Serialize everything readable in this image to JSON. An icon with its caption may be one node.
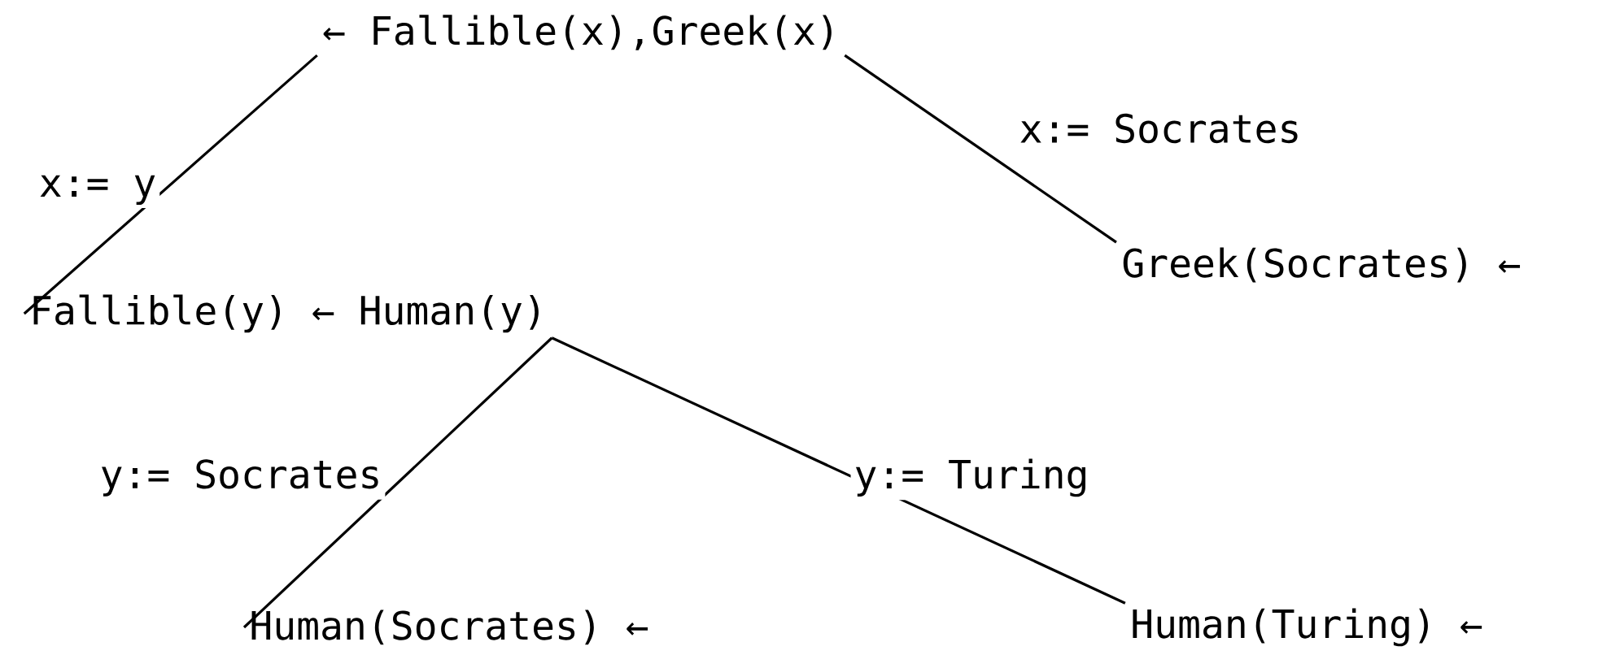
{
  "diagram": {
    "nodes": [
      {
        "text": [
          "← Fallible(x),Greek(x)"
        ]
      },
      {
        "text": [
          "Fallible(y) ← Human(y)"
        ]
      },
      {
        "text": [
          "Greek(Socrates) ←"
        ]
      },
      {
        "text": [
          "Human(Socrates) ←"
        ]
      },
      {
        "text": [
          "Human(Turing) ←"
        ]
      }
    ],
    "edges": [
      {
        "from": 0,
        "to": 1,
        "arrow": "none",
        "label": "x:= y"
      },
      {
        "from": 0,
        "to": 2,
        "arrow": "none",
        "label": "x:= Socrates"
      },
      {
        "from": 1,
        "to": 3,
        "arrow": "none",
        "label": "y:= Socrates"
      },
      {
        "from": 1,
        "to": 4,
        "arrow": "none",
        "label": "y:= Turing"
      }
    ]
  }
}
